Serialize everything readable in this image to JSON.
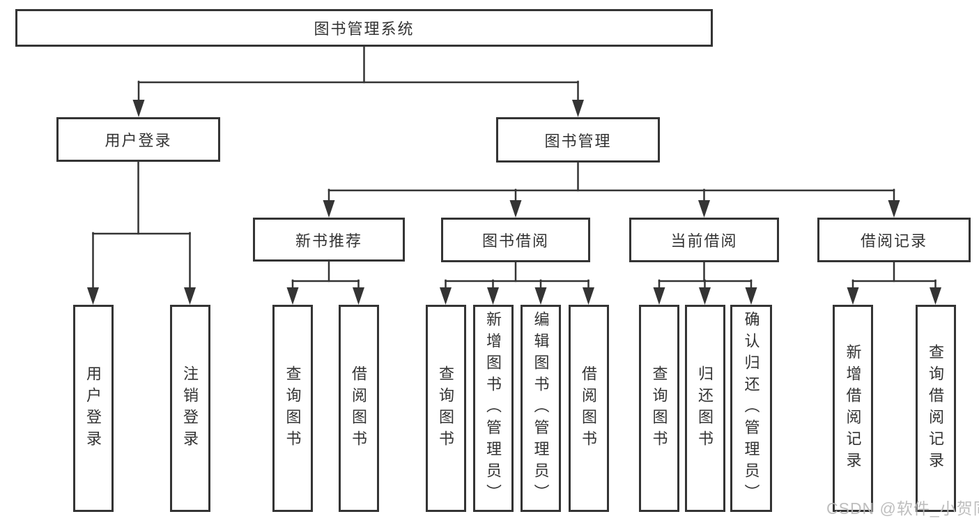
{
  "diagram_title": "图书管理系统",
  "tree": {
    "label": "图书管理系统",
    "children": [
      {
        "label": "用户登录",
        "children": [
          {
            "label": "用户登录"
          },
          {
            "label": "注销登录"
          }
        ]
      },
      {
        "label": "图书管理",
        "children": [
          {
            "label": "新书推荐",
            "children": [
              {
                "label": "查询图书"
              },
              {
                "label": "借阅图书"
              }
            ]
          },
          {
            "label": "图书借阅",
            "children": [
              {
                "label": "查询图书"
              },
              {
                "label": "新增图书（管理员）"
              },
              {
                "label": "编辑图书（管理员）"
              },
              {
                "label": "借阅图书"
              }
            ]
          },
          {
            "label": "当前借阅",
            "children": [
              {
                "label": "查询图书"
              },
              {
                "label": "归还图书"
              },
              {
                "label": "确认归还（管理员）"
              }
            ]
          },
          {
            "label": "借阅记录",
            "children": [
              {
                "label": "新增借阅记录"
              },
              {
                "label": "查询借阅记录"
              }
            ]
          }
        ]
      }
    ]
  },
  "watermark": {
    "text": "CSDN @软件_小贺同学"
  },
  "colors": {
    "line": "#343434",
    "text": "#333333",
    "background": "#ffffff",
    "watermark": "#b9b9b9"
  }
}
